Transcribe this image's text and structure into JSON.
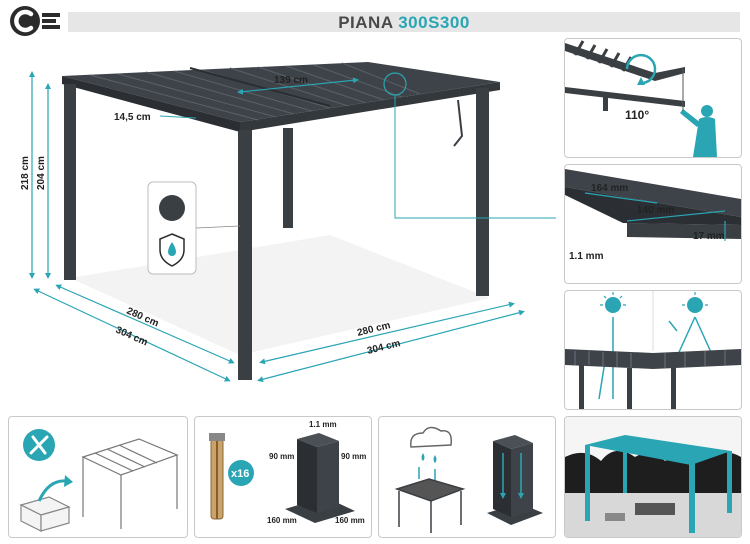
{
  "header": {
    "title_main": "PIANA ",
    "title_model": "300S300",
    "brand_color": "#2aa5b4"
  },
  "dimensions": {
    "louver_span": "139 cm",
    "louver_width": "14,5 cm",
    "height_total": "218 cm",
    "height_clear": "204 cm",
    "depth_inner": "280 cm",
    "depth_outer": "304 cm",
    "width_inner": "280 cm",
    "width_outer": "304 cm"
  },
  "side_panels": {
    "rotation": {
      "angle": "110°"
    },
    "profile": {
      "length": "164 mm",
      "width": "140 mm",
      "height": "17 mm",
      "thickness": "1.1 mm"
    }
  },
  "bottom_panels": {
    "fixings": {
      "count": "x16",
      "wall": "1.1 mm",
      "side_a": "90 mm",
      "side_b": "90 mm",
      "base_a": "160 mm",
      "base_b": "160 mm"
    }
  }
}
